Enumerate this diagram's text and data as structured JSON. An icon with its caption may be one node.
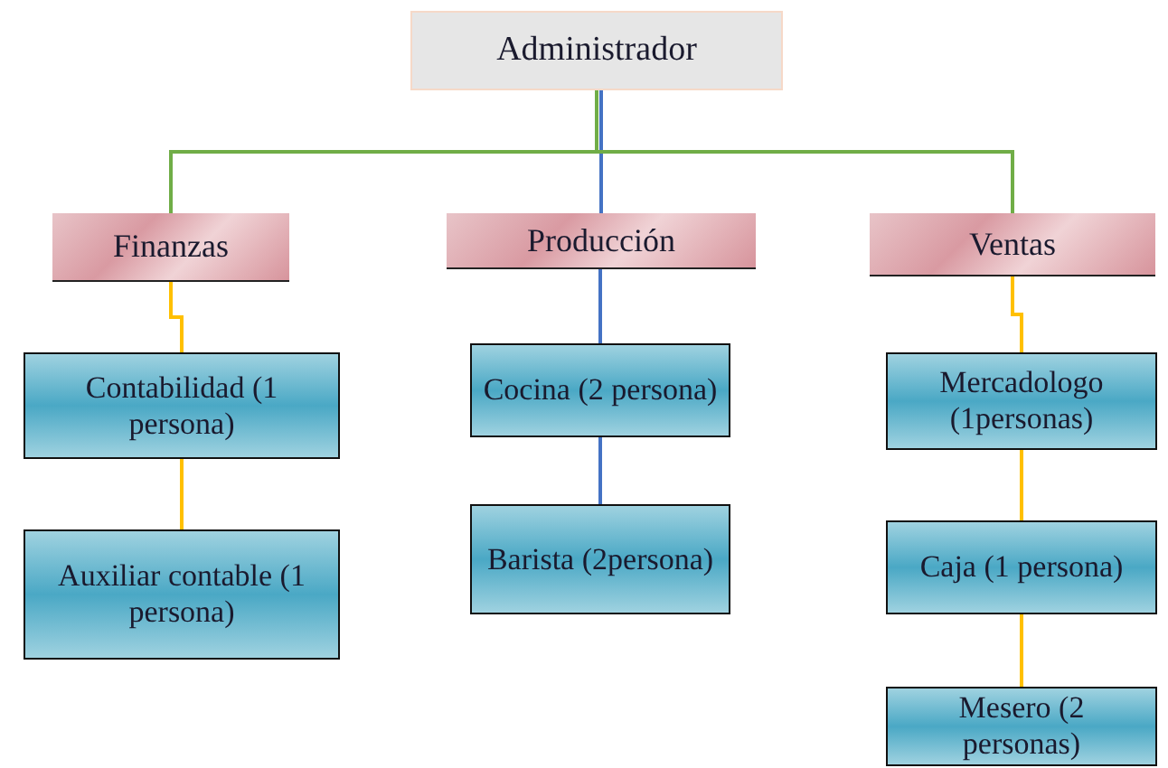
{
  "diagram": {
    "nodes": [
      {
        "text": [
          "Administrador"
        ]
      },
      {
        "text": [
          "Finanzas"
        ]
      },
      {
        "text": [
          "Producción"
        ]
      },
      {
        "text": [
          "Ventas"
        ]
      },
      {
        "text": [
          "Contabilidad (1 persona)"
        ]
      },
      {
        "text": [
          "Auxiliar contable (1 persona)"
        ]
      },
      {
        "text": [
          "Cocina (2 persona)"
        ]
      },
      {
        "text": [
          "Barista (2persona)"
        ]
      },
      {
        "text": [
          "Mercadologo (1personas)"
        ]
      },
      {
        "text": [
          "Caja (1 persona)"
        ]
      },
      {
        "text": [
          "Mesero (2 personas)"
        ]
      }
    ],
    "edges": [
      {
        "from": 0,
        "to": 1,
        "arrow": "none",
        "color": "#70ad47"
      },
      {
        "from": 0,
        "to": 2,
        "arrow": "none",
        "color": "#4472c4"
      },
      {
        "from": 0,
        "to": 3,
        "arrow": "none",
        "color": "#70ad47"
      },
      {
        "from": 1,
        "to": 4,
        "arrow": "none"
      },
      {
        "from": 4,
        "to": 5,
        "arrow": "none"
      },
      {
        "from": 2,
        "to": 6,
        "arrow": "none",
        "color": "#4472c4"
      },
      {
        "from": 6,
        "to": 7,
        "arrow": "none",
        "color": "#4472c4"
      },
      {
        "from": 3,
        "to": 8,
        "arrow": "none"
      },
      {
        "from": 8,
        "to": 9,
        "arrow": "none"
      },
      {
        "from": 9,
        "to": 10,
        "arrow": "none"
      }
    ]
  }
}
